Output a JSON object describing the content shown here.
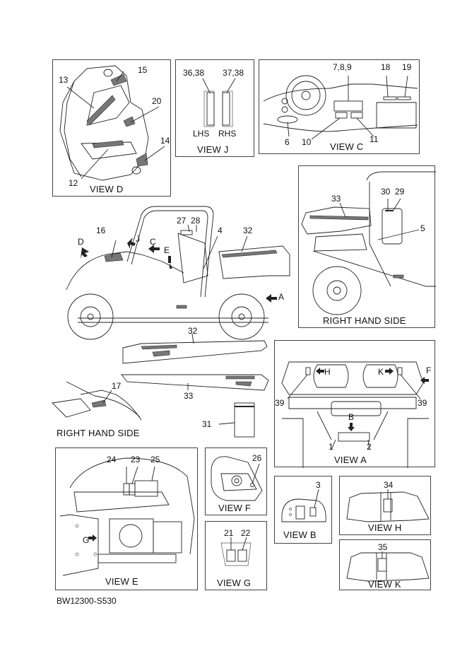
{
  "document_code": "BW12300-S530",
  "views": {
    "view_d": {
      "title": "VIEW D",
      "callouts": [
        "13",
        "15",
        "20",
        "14",
        "12"
      ]
    },
    "view_j": {
      "title": "VIEW J",
      "callouts": [
        "36,38",
        "37,38"
      ],
      "sides": [
        "LHS",
        "RHS"
      ]
    },
    "view_c": {
      "title": "VIEW C",
      "callouts": [
        "7,8,9",
        "18",
        "19",
        "6",
        "10",
        "11"
      ]
    },
    "right_hand_side_main": {
      "title": "RIGHT HAND SIDE",
      "callouts": [
        "33",
        "30",
        "29",
        "5"
      ]
    },
    "vehicle_side": {
      "callouts": [
        "16",
        "27",
        "28",
        "4",
        "32"
      ],
      "view_arrows": [
        "D",
        "J",
        "C",
        "E",
        "A"
      ]
    },
    "decals": {
      "callouts": [
        "32",
        "33",
        "31"
      ]
    },
    "right_hand_side_small": {
      "title": "RIGHT HAND SIDE",
      "callouts": [
        "17"
      ]
    },
    "view_a": {
      "title": "VIEW A",
      "callouts": [
        "39",
        "39",
        "1",
        "2"
      ],
      "view_arrows": [
        "H",
        "K",
        "B",
        "F"
      ]
    },
    "view_e": {
      "title": "VIEW E",
      "callouts": [
        "24",
        "23",
        "25"
      ],
      "view_arrows": [
        "G"
      ]
    },
    "view_f": {
      "title": "VIEW F",
      "callouts": [
        "26"
      ]
    },
    "view_g": {
      "title": "VIEW G",
      "callouts": [
        "21",
        "22"
      ]
    },
    "view_b": {
      "title": "VIEW B",
      "callouts": [
        "3"
      ]
    },
    "view_h": {
      "title": "VIEW H",
      "callouts": [
        "34"
      ]
    },
    "view_k": {
      "title": "VIEW K",
      "callouts": [
        "35"
      ]
    }
  }
}
